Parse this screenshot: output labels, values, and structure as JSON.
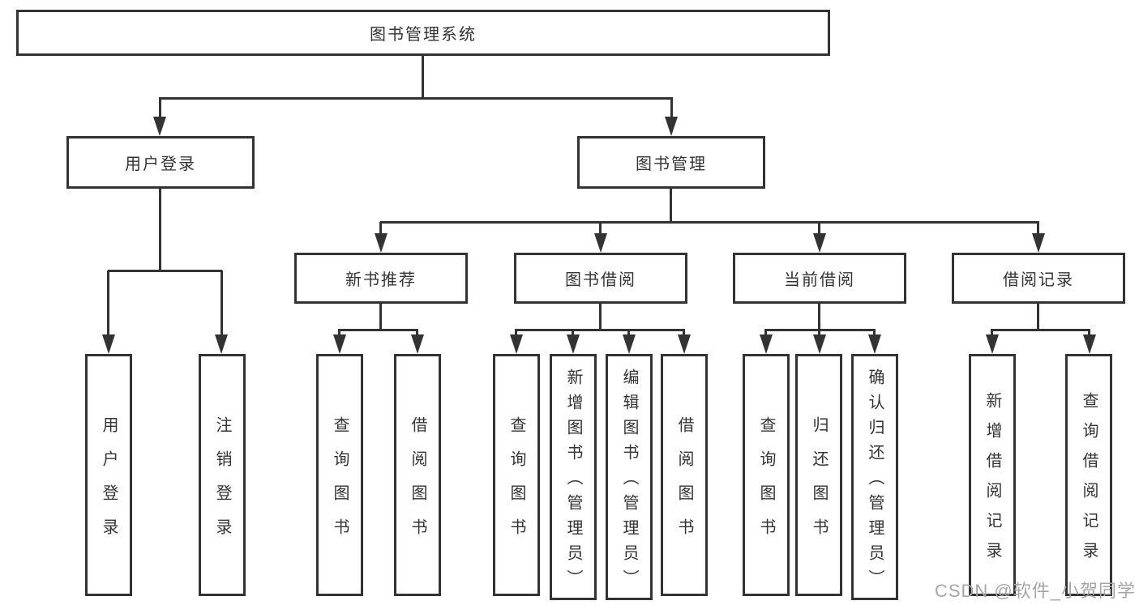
{
  "diagram": {
    "type": "functional-structure-tree",
    "colors": {
      "line": "#333333",
      "text": "#333333",
      "background": "#ffffff",
      "watermark": "#a6a6a6"
    }
  },
  "watermark": {
    "text": "CSDN @软件_小贺同学"
  },
  "tree": {
    "root": {
      "label": "图书管理系统"
    },
    "branches": [
      {
        "label": "用户登录",
        "children": [
          {
            "label": "用户登录"
          },
          {
            "label": "注销登录"
          }
        ]
      },
      {
        "label": "图书管理",
        "children": [
          {
            "label": "新书推荐",
            "children": [
              {
                "label": "查询图书"
              },
              {
                "label": "借阅图书"
              }
            ]
          },
          {
            "label": "图书借阅",
            "children": [
              {
                "label": "查询图书"
              },
              {
                "label": "新增图书（管理员）"
              },
              {
                "label": "编辑图书（管理员）"
              },
              {
                "label": "借阅图书"
              }
            ]
          },
          {
            "label": "当前借阅",
            "children": [
              {
                "label": "查询图书"
              },
              {
                "label": "归还图书"
              },
              {
                "label": "确认归还（管理员）"
              }
            ]
          },
          {
            "label": "借阅记录",
            "children": [
              {
                "label": "新增借阅记录"
              },
              {
                "label": "查询借阅记录"
              }
            ]
          }
        ]
      }
    ]
  }
}
